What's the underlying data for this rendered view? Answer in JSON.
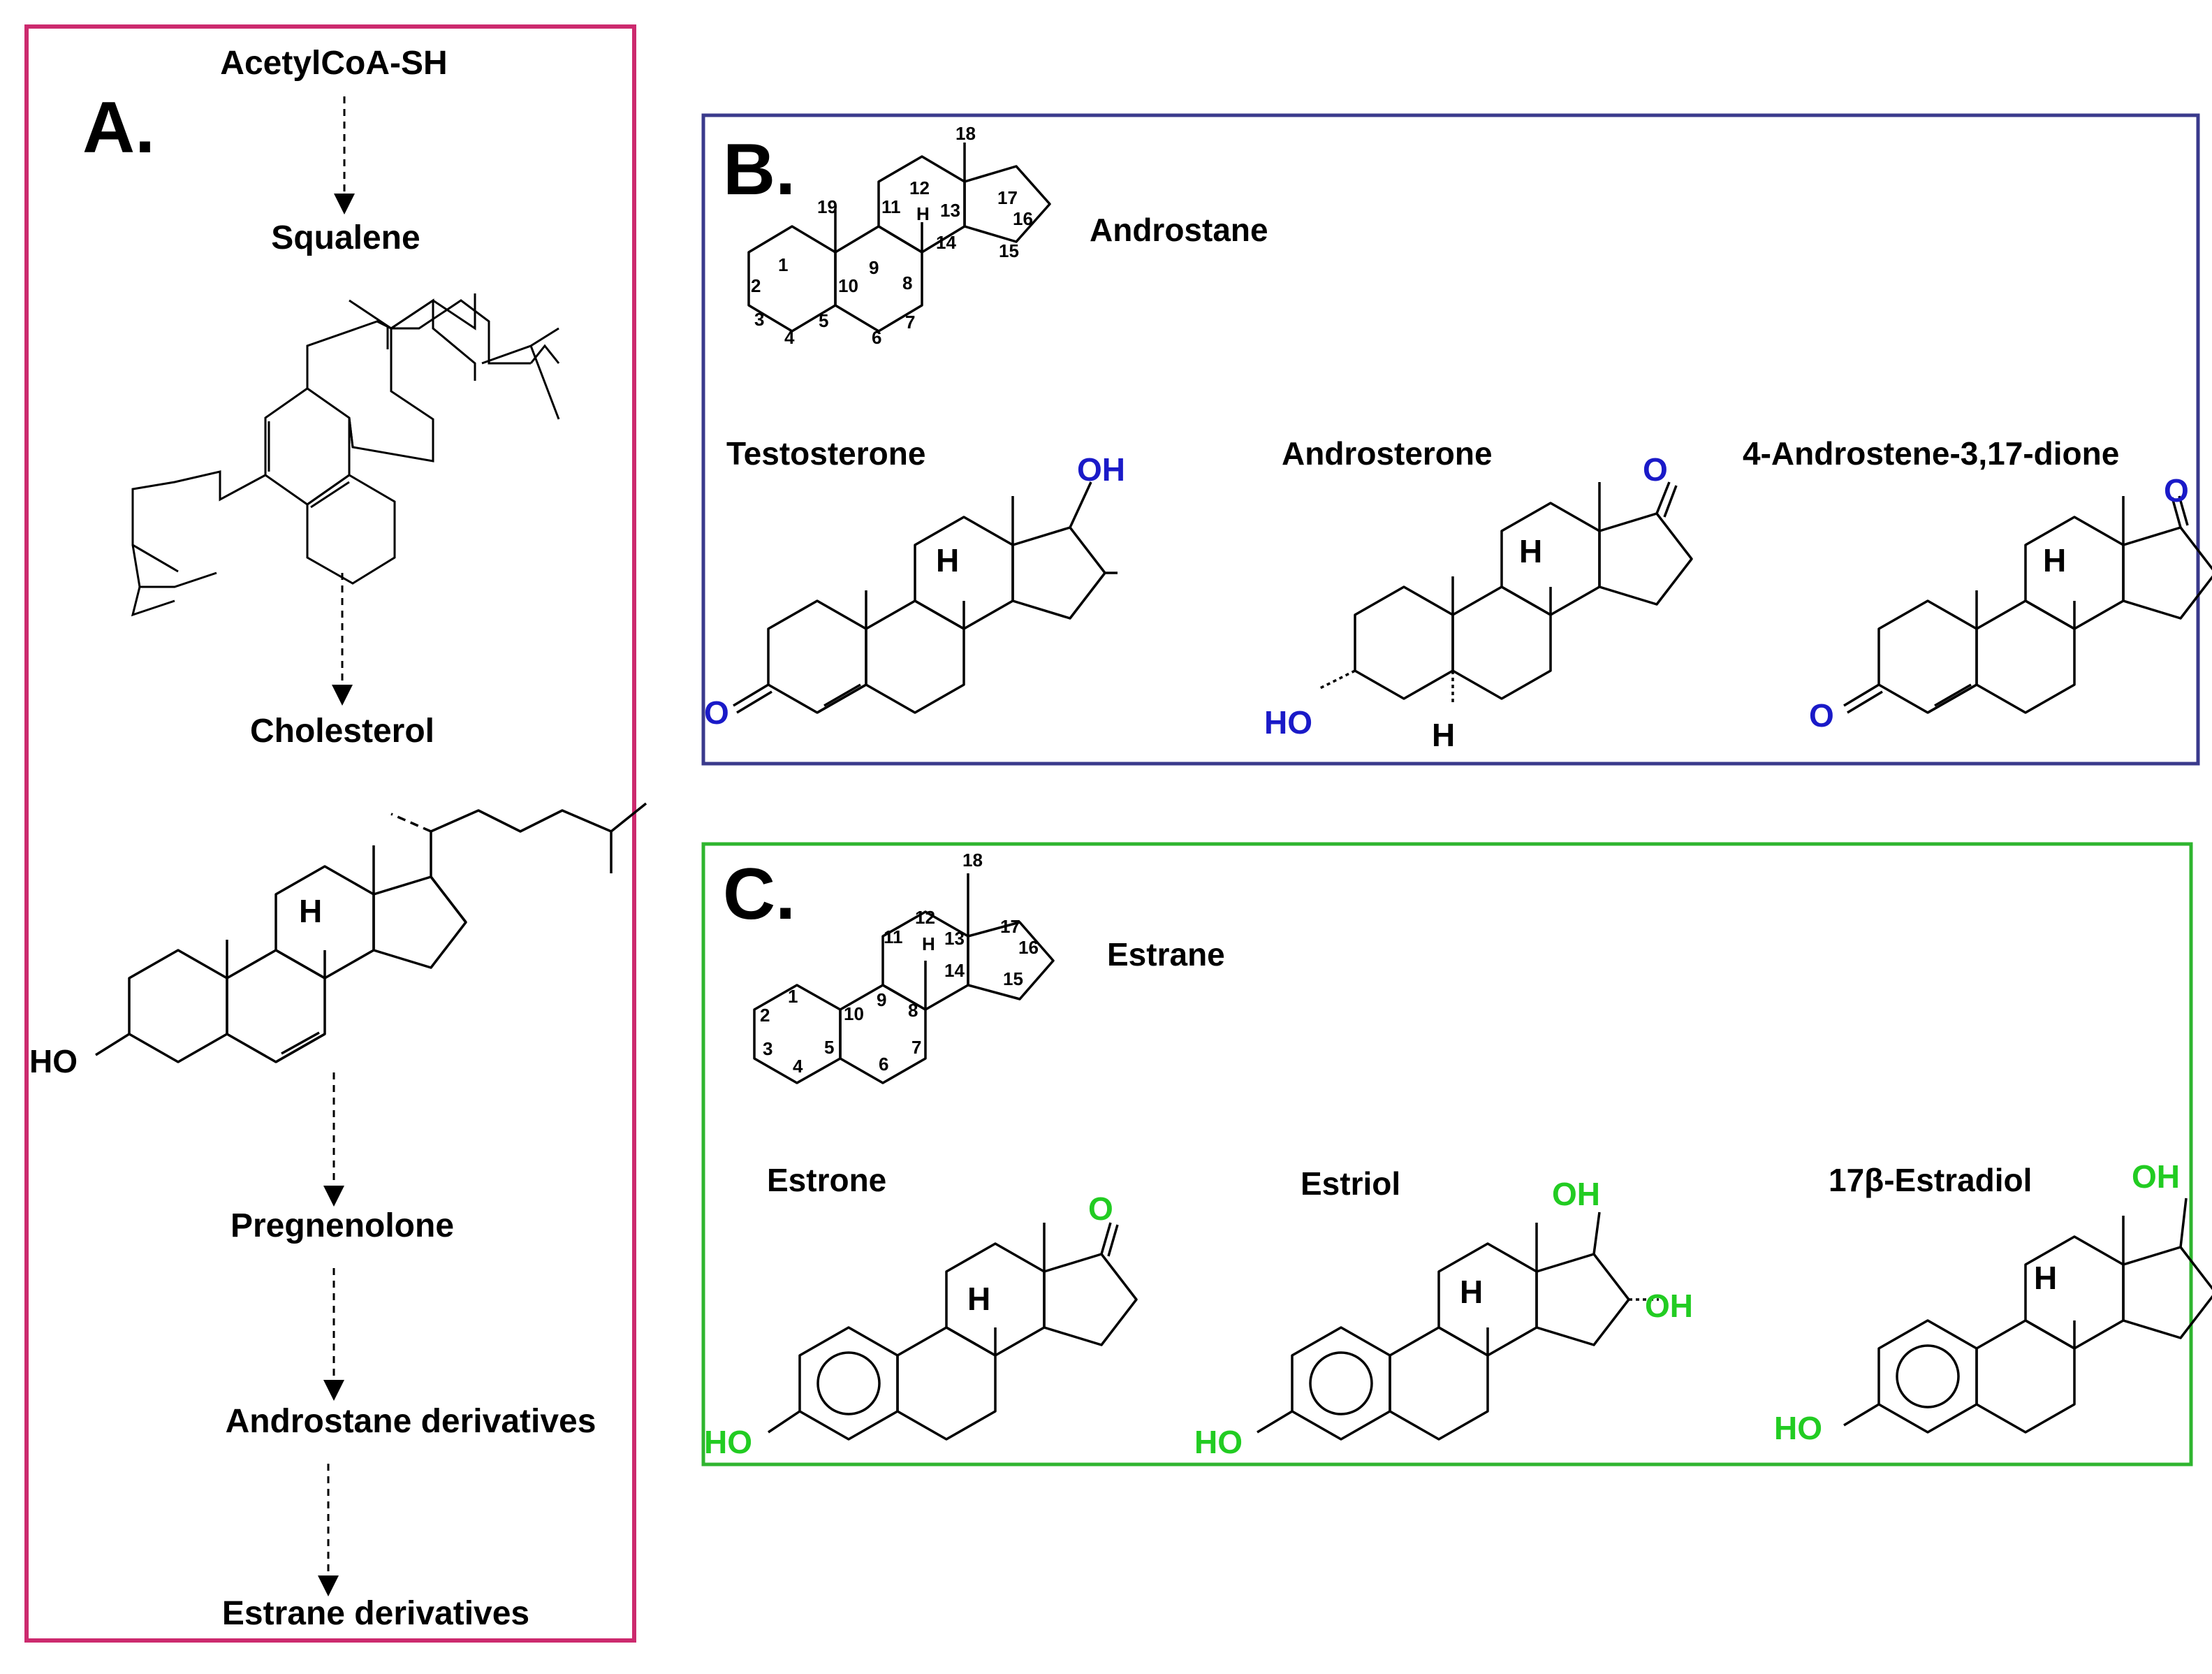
{
  "colors": {
    "panel_a_border": "#cc2a6e",
    "panel_b_border": "#3a3a8c",
    "panel_c_border": "#2fb52f",
    "blue_atom": "#1a1ac8",
    "green_atom": "#22cc22",
    "text": "#000000"
  },
  "panel_a": {
    "letter": "A.",
    "steps": [
      "AcetylCoA-SH",
      "Squalene",
      "Cholesterol",
      "Pregnenolone",
      "Androstane derivatives",
      "Estrane derivatives"
    ],
    "cholesterol_hydroxyl": "HO",
    "cholesterol_h": "H"
  },
  "panel_b": {
    "letter": "B.",
    "scaffold_name": "Androstane",
    "scaffold_numbers": [
      "1",
      "2",
      "3",
      "4",
      "5",
      "6",
      "7",
      "8",
      "9",
      "10",
      "11",
      "12",
      "13",
      "14",
      "15",
      "16",
      "17",
      "18",
      "19"
    ],
    "scaffold_h": "H",
    "compounds": [
      {
        "name": "Testosterone",
        "atoms": [
          "OH",
          "O",
          "H"
        ]
      },
      {
        "name": "Androsterone",
        "atoms": [
          "O",
          "HO",
          "H",
          "H"
        ]
      },
      {
        "name": "4-Androstene-3,17-dione",
        "atoms": [
          "O",
          "O",
          "H"
        ]
      }
    ]
  },
  "panel_c": {
    "letter": "C.",
    "scaffold_name": "Estrane",
    "scaffold_numbers": [
      "1",
      "2",
      "3",
      "4",
      "5",
      "6",
      "7",
      "8",
      "9",
      "10",
      "11",
      "12",
      "13",
      "14",
      "15",
      "16",
      "17",
      "18"
    ],
    "scaffold_h": "H",
    "compounds": [
      {
        "name": "Estrone",
        "atoms": [
          "O",
          "HO",
          "H"
        ]
      },
      {
        "name": "Estriol",
        "atoms": [
          "OH",
          "OH",
          "HO",
          "H"
        ]
      },
      {
        "name": "17β-Estradiol",
        "atoms": [
          "OH",
          "HO",
          "H"
        ]
      }
    ]
  }
}
